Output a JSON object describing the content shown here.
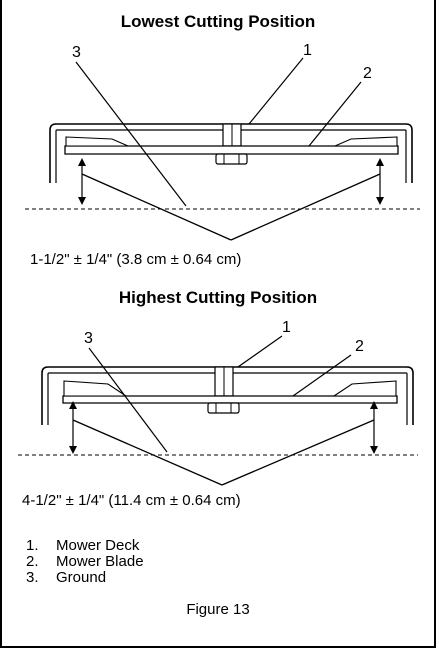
{
  "diagram_top": {
    "title": "Lowest Cutting Position",
    "callouts": [
      "1",
      "2",
      "3"
    ],
    "measurement": "1-1/2\" ± 1/4\" (3.8 cm ± 0.64 cm)"
  },
  "diagram_bottom": {
    "title": "Highest Cutting Position",
    "callouts": [
      "1",
      "2",
      "3"
    ],
    "measurement": "4-1/2\" ± 1/4\" (11.4 cm ± 0.64 cm)"
  },
  "legend": [
    {
      "num": "1.",
      "label": "Mower Deck"
    },
    {
      "num": "2.",
      "label": "Mower Blade"
    },
    {
      "num": "3.",
      "label": "Ground"
    }
  ],
  "figure_caption": "Figure 13"
}
